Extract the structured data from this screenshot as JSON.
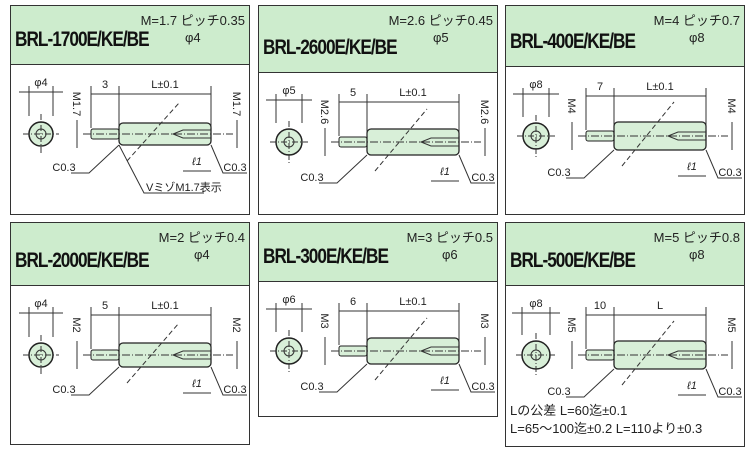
{
  "panels": [
    {
      "model": "BRL-1700E/KE/BE",
      "spec1": "M=1.7 ピッチ0.35",
      "spec2": "φ4",
      "dia": "φ4",
      "thread": "M1.7",
      "stud": "3",
      "length": "L±0.1",
      "chamfer": "C0.3",
      "depth": "ℓ1",
      "extra": "VミゾM1.7表示"
    },
    {
      "model": "BRL-2600E/KE/BE",
      "spec1": "M=2.6 ピッチ0.45",
      "spec2": "φ5",
      "dia": "φ5",
      "thread": "M2.6",
      "stud": "5",
      "length": "L±0.1",
      "chamfer": "C0.3",
      "depth": "ℓ1"
    },
    {
      "model": "BRL-400E/KE/BE",
      "spec1": "M=4 ピッチ0.7",
      "spec2": "φ8",
      "dia": "φ8",
      "thread": "M4",
      "stud": "7",
      "length": "L±0.1",
      "chamfer": "C0.3",
      "depth": "ℓ1"
    },
    {
      "model": "BRL-2000E/KE/BE",
      "spec1": "M=2 ピッチ0.4",
      "spec2": "φ4",
      "dia": "φ4",
      "thread": "M2",
      "stud": "5",
      "length": "L±0.1",
      "chamfer": "C0.3",
      "depth": "ℓ1"
    },
    {
      "model": "BRL-300E/KE/BE",
      "spec1": "M=3 ピッチ0.5",
      "spec2": "φ6",
      "dia": "φ6",
      "thread": "M3",
      "stud": "6",
      "length": "L±0.1",
      "chamfer": "C0.3",
      "depth": "ℓ1"
    },
    {
      "model": "BRL-500E/KE/BE",
      "spec1": "M=5 ピッチ0.8",
      "spec2": "φ8",
      "dia": "φ8",
      "thread": "M5",
      "stud": "10",
      "length": "L",
      "chamfer": "C0.3",
      "depth": "ℓ1",
      "note1": "Lの公差 L=60迄±0.1",
      "note2": "L=65〜100迄±0.2  L=110より±0.3"
    }
  ]
}
